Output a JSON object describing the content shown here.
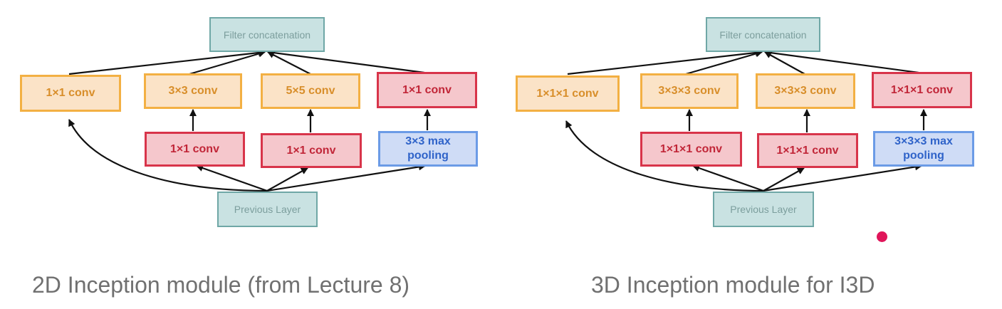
{
  "left": {
    "filter": "Filter concatenation",
    "prev": "Previous Layer",
    "top": [
      "1×1 conv",
      "3×3 conv",
      "5×5 conv",
      "1×1 conv"
    ],
    "mid": [
      "1×1 conv",
      "1×1 conv",
      "3×3 max pooling"
    ],
    "caption": "2D Inception module (from Lecture 8)"
  },
  "right": {
    "filter": "Filter concatenation",
    "prev": "Previous Layer",
    "top": [
      "1×1×1 conv",
      "3×3×3 conv",
      "3×3×3 conv",
      "1×1×1 conv"
    ],
    "mid": [
      "1×1×1 conv",
      "1×1×1 conv",
      "3×3×3 max pooling"
    ],
    "caption": "3D Inception module for I3D"
  }
}
